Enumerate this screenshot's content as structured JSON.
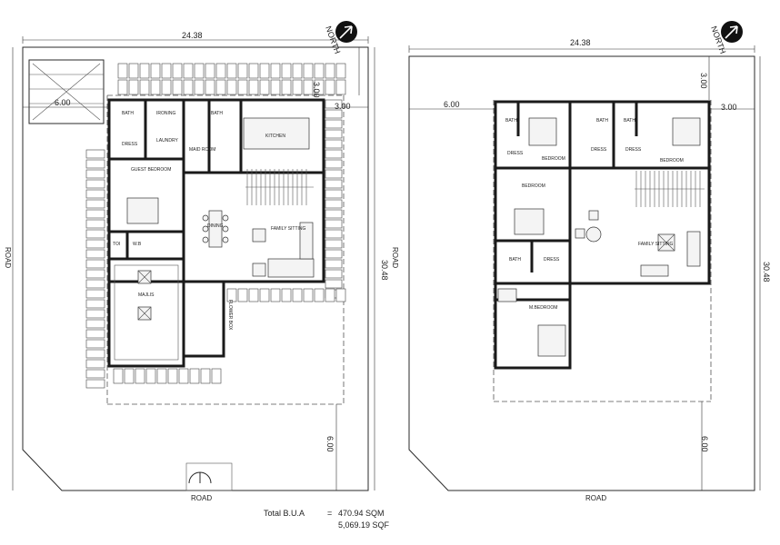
{
  "dimensions": {
    "width": "24.38",
    "depth": "30.48",
    "setback_front": "6.00",
    "setback_side": "6.00",
    "setback_rear": "3.00",
    "setback_right": "3.00"
  },
  "north_label": "NORTH",
  "road_label": "ROAD",
  "ground_floor": {
    "rooms": {
      "bath1": "BATH",
      "ironing": "IRONING",
      "bath2": "BATH",
      "dress": "DRESS",
      "laundry": "LAUNDRY",
      "maid_room": "MAID ROOM",
      "kitchen": "KITCHEN",
      "guest_bedroom": "GUEST BEDROOM",
      "dining": "DINING",
      "family_sitting": "FAMILY SITTING",
      "toilet": "TOI",
      "wash": "W.B",
      "majlis": "MAJLIS",
      "flower_box": "FLOWER BOX"
    }
  },
  "first_floor": {
    "rooms": {
      "bath1": "BATH",
      "bath2": "BATH",
      "bath3": "BATH",
      "dress1": "DRESS",
      "dress2": "DRESS",
      "dress3": "DRESS",
      "dress4": "DRESS",
      "bedroom1": "BEDROOM",
      "bedroom2": "BEDROOM",
      "bedroom3": "BEDROOM",
      "bath4": "BATH",
      "family_sitting": "FAMILY SITTING",
      "master_bedroom": "M.BEDROOM"
    }
  },
  "totals": {
    "bua_label": "Total B.U.A",
    "eq": "=",
    "sqm": "470.94 SQM",
    "sqf": "5,069.19 SQF"
  }
}
